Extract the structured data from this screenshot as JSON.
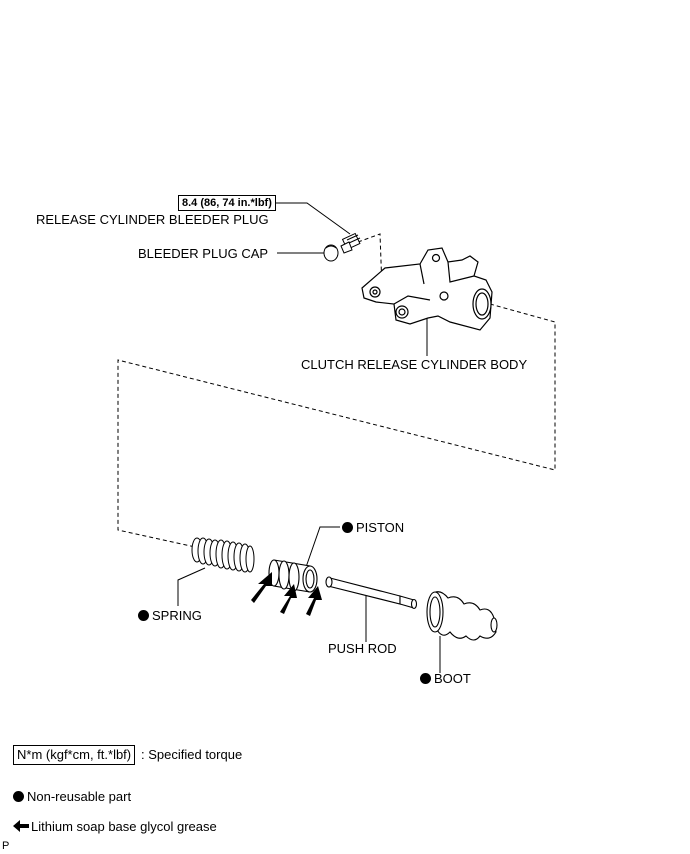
{
  "torque_spec": "8.4 (86, 74 in.*lbf)",
  "labels": {
    "bleeder_plug": "RELEASE CYLINDER BLEEDER PLUG",
    "bleeder_cap": "BLEEDER PLUG CAP",
    "cylinder_body": "CLUTCH RELEASE CYLINDER BODY",
    "piston": "PISTON",
    "spring": "SPRING",
    "push_rod": "PUSH ROD",
    "boot": "BOOT"
  },
  "legend": {
    "torque_unit": "N*m (kgf*cm, ft.*lbf)",
    "torque_desc": ": Specified torque",
    "non_reusable": "Non-reusable part",
    "grease": "Lithium soap base glycol grease"
  },
  "corner_mark": "P"
}
